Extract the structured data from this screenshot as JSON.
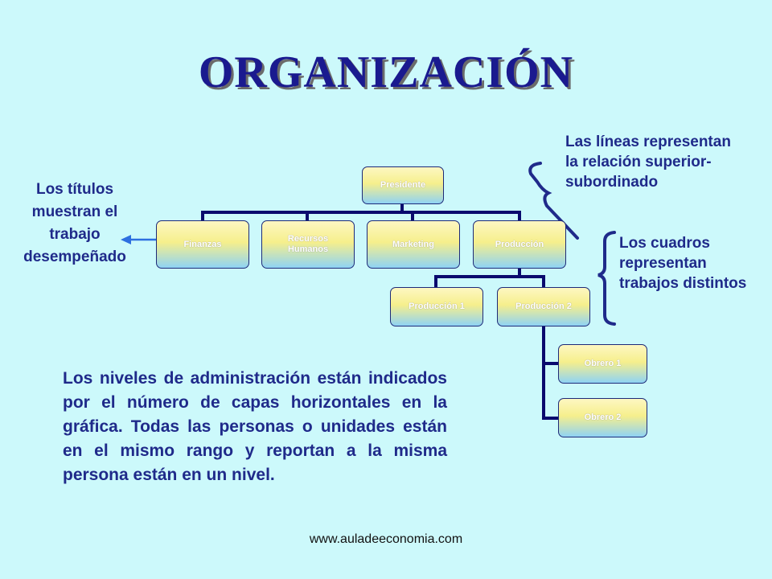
{
  "title": "ORGANIZACIÓN",
  "org_chart": {
    "president": "Presidente",
    "departments": {
      "finanzas": "Finanzas",
      "recursos_humanos_line1": "Recursos",
      "recursos_humanos_line2": "Humanos",
      "marketing": "Marketing",
      "produccion": "Producción"
    },
    "production_units": {
      "produccion_1": "Producción 1",
      "produccion_2": "Producción 2"
    },
    "workers": {
      "obrero_1": "Obrero 1",
      "obrero_2": "Obrero 2"
    }
  },
  "notes": {
    "titles_note": "Los títulos muestran el trabajo desempeñado",
    "lines_note": "Las líneas representan la relación superior-subordinado",
    "boxes_note": "Los cuadros representan trabajos distintos"
  },
  "paragraph": "Los niveles de administración están indicados por el número de capas horizontales en la gráfica. Todas las personas o unidades están en el mismo rango y reportan a la misma persona están en un nivel.",
  "footer": "www.auladeeconomia.com",
  "colors": {
    "text_blue": "#1f2a8a",
    "connector": "#0a0a6e",
    "box_top": "#f6ef8c",
    "box_bottom": "#8fd3f4",
    "background": "#ccf9fb"
  }
}
